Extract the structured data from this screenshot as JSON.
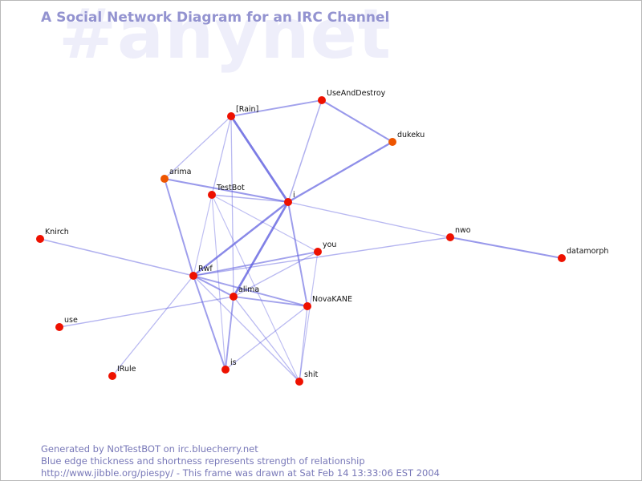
{
  "title": "A Social Network Diagram for an IRC Channel",
  "watermark": "#anynet",
  "footer": {
    "line1": "Generated by NotTestBOT on irc.bluecherry.net",
    "line2": "Blue edge thickness and shortness represents strength of relationship",
    "line3": "http://www.jibble.org/piespy/ - This frame was drawn at Sat Feb 14 13:33:06 EST 2004"
  },
  "colors": {
    "node": "#ee1100",
    "node_alt": "#ee5500",
    "edge": "#5555dd",
    "title": "#9393d0",
    "watermark": "#eeeefa"
  },
  "graph": {
    "nodes": [
      {
        "id": "UseAndDestroy",
        "label": "UseAndDestroy"
      },
      {
        "id": "Rain",
        "label": "[Rain]"
      },
      {
        "id": "dukeku",
        "label": "dukeku",
        "alt": true
      },
      {
        "id": "arima",
        "label": "arima",
        "alt": true
      },
      {
        "id": "TestBot",
        "label": "TestBot"
      },
      {
        "id": "i",
        "label": "i"
      },
      {
        "id": "Knirch",
        "label": "Knirch"
      },
      {
        "id": "nwo",
        "label": "nwo"
      },
      {
        "id": "datamorph",
        "label": "datamorph"
      },
      {
        "id": "you",
        "label": "you"
      },
      {
        "id": "Rwf",
        "label": "Rwf"
      },
      {
        "id": "alima",
        "label": "alima"
      },
      {
        "id": "NovaKANE",
        "label": "NovaKANE"
      },
      {
        "id": "use",
        "label": "use"
      },
      {
        "id": "IRule",
        "label": "IRule"
      },
      {
        "id": "is",
        "label": "is"
      },
      {
        "id": "shit",
        "label": "shit"
      }
    ],
    "edges": [
      {
        "source": "Rain",
        "target": "UseAndDestroy",
        "strength": 0.45
      },
      {
        "source": "UseAndDestroy",
        "target": "dukeku",
        "strength": 0.55
      },
      {
        "source": "UseAndDestroy",
        "target": "i",
        "strength": 0.3
      },
      {
        "source": "Rain",
        "target": "i",
        "strength": 0.85
      },
      {
        "source": "Rain",
        "target": "arima",
        "strength": 0.2
      },
      {
        "source": "Rain",
        "target": "TestBot",
        "strength": 0.2
      },
      {
        "source": "Rain",
        "target": "alima",
        "strength": 0.2
      },
      {
        "source": "dukeku",
        "target": "i",
        "strength": 0.65
      },
      {
        "source": "arima",
        "target": "i",
        "strength": 0.55
      },
      {
        "source": "arima",
        "target": "Rwf",
        "strength": 0.5
      },
      {
        "source": "TestBot",
        "target": "i",
        "strength": 0.3
      },
      {
        "source": "TestBot",
        "target": "you",
        "strength": 0.15
      },
      {
        "source": "TestBot",
        "target": "is",
        "strength": 0.15
      },
      {
        "source": "TestBot",
        "target": "shit",
        "strength": 0.15
      },
      {
        "source": "TestBot",
        "target": "Rwf",
        "strength": 0.15
      },
      {
        "source": "i",
        "target": "Rwf",
        "strength": 0.7
      },
      {
        "source": "i",
        "target": "alima",
        "strength": 0.8
      },
      {
        "source": "i",
        "target": "NovaKANE",
        "strength": 0.5
      },
      {
        "source": "i",
        "target": "nwo",
        "strength": 0.2
      },
      {
        "source": "nwo",
        "target": "datamorph",
        "strength": 0.55
      },
      {
        "source": "nwo",
        "target": "Rwf",
        "strength": 0.25
      },
      {
        "source": "Knirch",
        "target": "Rwf",
        "strength": 0.3
      },
      {
        "source": "you",
        "target": "Rwf",
        "strength": 0.45
      },
      {
        "source": "you",
        "target": "alima",
        "strength": 0.2
      },
      {
        "source": "you",
        "target": "shit",
        "strength": 0.15
      },
      {
        "source": "Rwf",
        "target": "alima",
        "strength": 0.5
      },
      {
        "source": "Rwf",
        "target": "NovaKANE",
        "strength": 0.45
      },
      {
        "source": "Rwf",
        "target": "is",
        "strength": 0.5
      },
      {
        "source": "Rwf",
        "target": "IRule",
        "strength": 0.2
      },
      {
        "source": "Rwf",
        "target": "shit",
        "strength": 0.2
      },
      {
        "source": "alima",
        "target": "NovaKANE",
        "strength": 0.45
      },
      {
        "source": "alima",
        "target": "is",
        "strength": 0.45
      },
      {
        "source": "alima",
        "target": "shit",
        "strength": 0.2
      },
      {
        "source": "alima",
        "target": "use",
        "strength": 0.25
      },
      {
        "source": "NovaKANE",
        "target": "is",
        "strength": 0.2
      },
      {
        "source": "NovaKANE",
        "target": "shit",
        "strength": 0.2
      }
    ]
  }
}
